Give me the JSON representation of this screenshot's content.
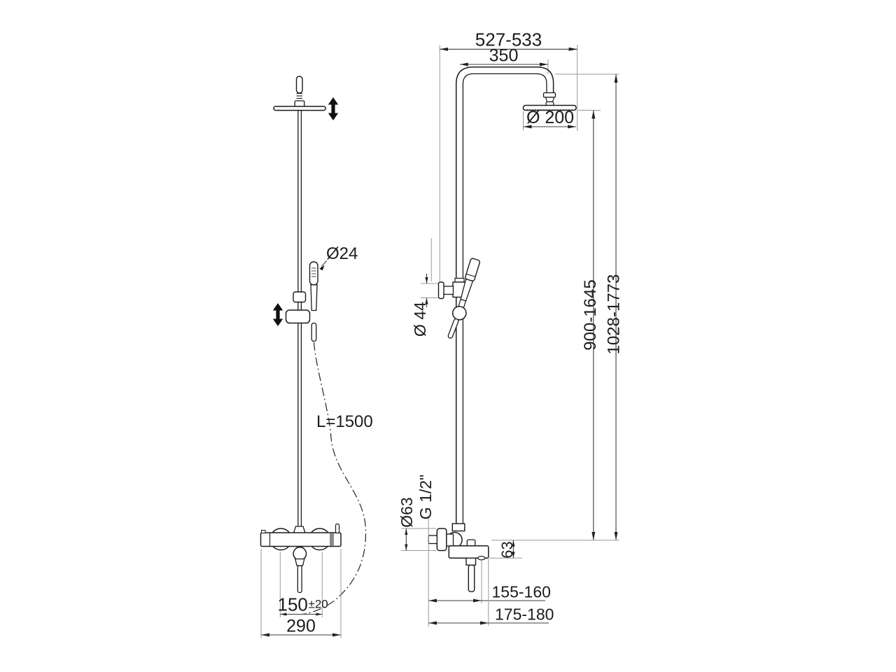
{
  "drawing": {
    "kind": "shower-column-technical-drawing",
    "line_color": "#1a1a1a",
    "dimension_line_color": "#3d3d3d",
    "extension_line_color": "#9a9a9a",
    "background": "#ffffff"
  },
  "left_view": {
    "handshower_diameter": "Ø24",
    "hose_length": "L=1500",
    "inlet_spacing": "150",
    "inlet_spacing_tolerance": "±20",
    "body_width": "290"
  },
  "right_view": {
    "overall_reach": "527-533",
    "arm_projection": "350",
    "head_diameter": "Ø 200",
    "head_height_range": "900-1645",
    "total_height_range": "1028-1773",
    "knob_diameter": "Ø 44",
    "escutcheon_diameter": "Ø63",
    "connection_thread": "G 1/2\"",
    "spout_drop": "63",
    "spout_reach": "155-160",
    "body_projection": "175-180"
  }
}
